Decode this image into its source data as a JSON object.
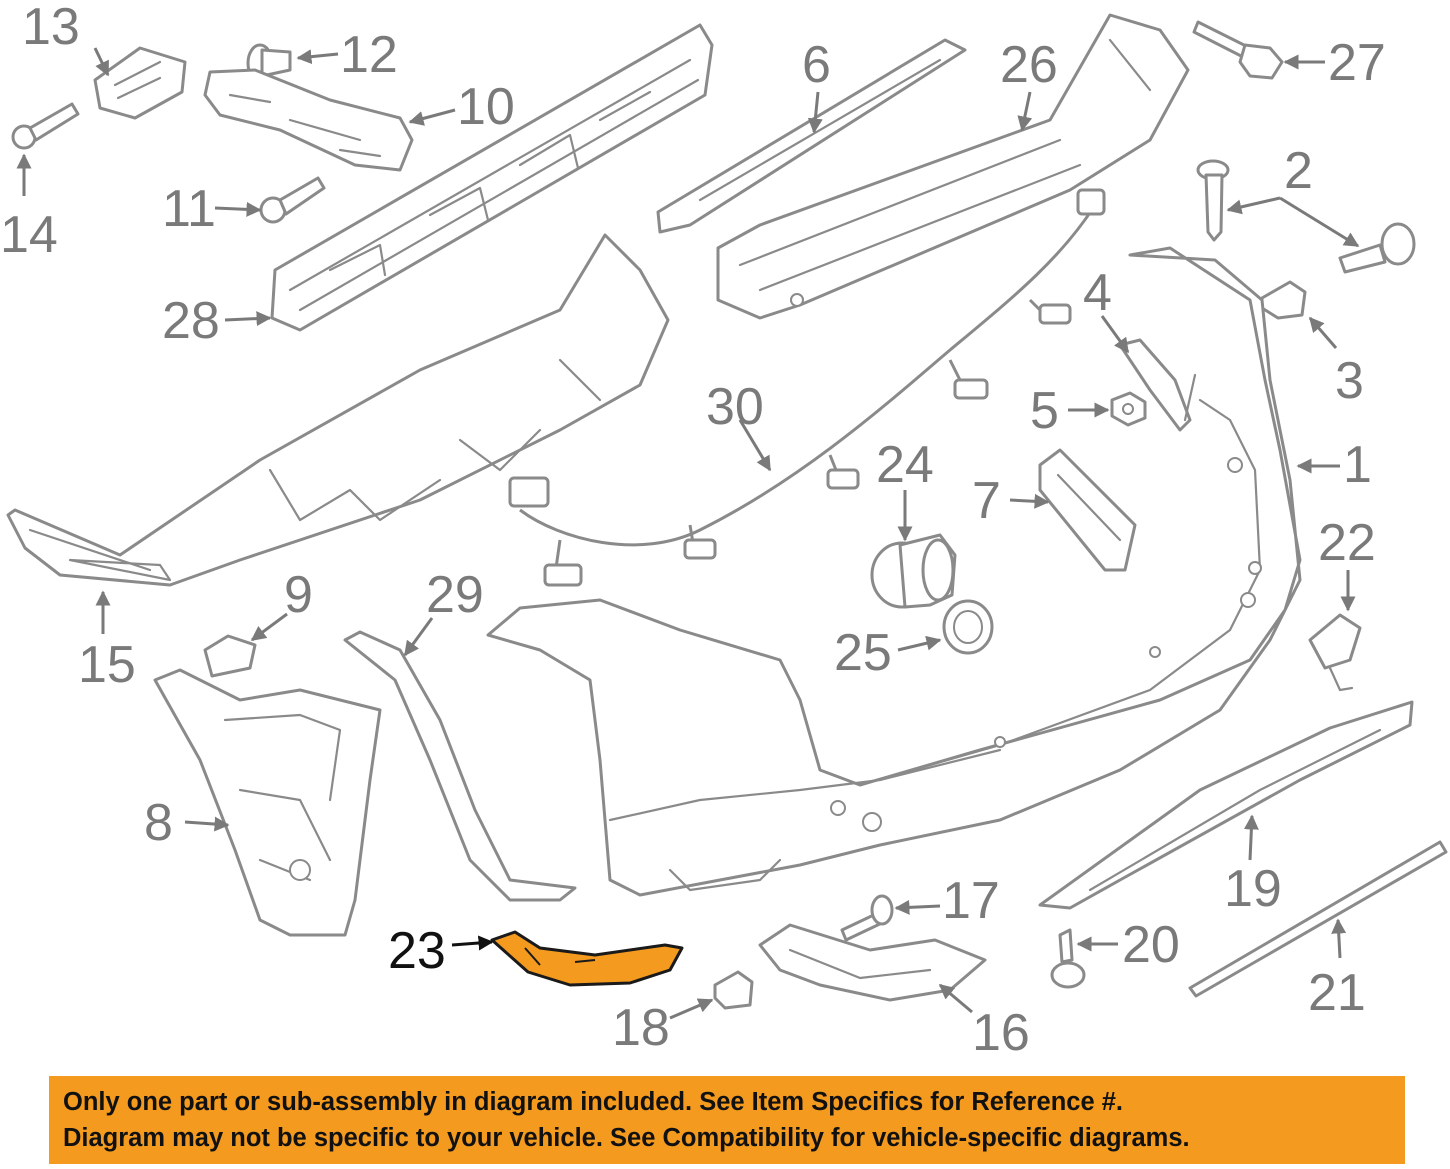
{
  "diagram": {
    "highlight_color": "#f39a1f",
    "line_color": "#8a8a8a",
    "highlighted_part": "23",
    "callouts": [
      {
        "id": "c1",
        "label": "1"
      },
      {
        "id": "c2",
        "label": "2"
      },
      {
        "id": "c3",
        "label": "3"
      },
      {
        "id": "c4",
        "label": "4"
      },
      {
        "id": "c5",
        "label": "5"
      },
      {
        "id": "c6",
        "label": "6"
      },
      {
        "id": "c7",
        "label": "7"
      },
      {
        "id": "c8",
        "label": "8"
      },
      {
        "id": "c9",
        "label": "9"
      },
      {
        "id": "c10",
        "label": "10"
      },
      {
        "id": "c11",
        "label": "11"
      },
      {
        "id": "c12",
        "label": "12"
      },
      {
        "id": "c13",
        "label": "13"
      },
      {
        "id": "c14",
        "label": "14"
      },
      {
        "id": "c15",
        "label": "15"
      },
      {
        "id": "c16",
        "label": "16"
      },
      {
        "id": "c17",
        "label": "17"
      },
      {
        "id": "c18",
        "label": "18"
      },
      {
        "id": "c19",
        "label": "19"
      },
      {
        "id": "c20",
        "label": "20"
      },
      {
        "id": "c21",
        "label": "21"
      },
      {
        "id": "c22",
        "label": "22"
      },
      {
        "id": "c23",
        "label": "23"
      },
      {
        "id": "c24",
        "label": "24"
      },
      {
        "id": "c25",
        "label": "25"
      },
      {
        "id": "c26",
        "label": "26"
      },
      {
        "id": "c27",
        "label": "27"
      },
      {
        "id": "c28",
        "label": "28"
      },
      {
        "id": "c29",
        "label": "29"
      },
      {
        "id": "c30",
        "label": "30"
      }
    ]
  },
  "banner": {
    "background": "#f39a1f",
    "line1": "Only one part or sub-assembly in diagram included. See Item Specifics for Reference #.",
    "line2": "Diagram may not be specific to your vehicle. See Compatibility for vehicle-specific diagrams."
  }
}
